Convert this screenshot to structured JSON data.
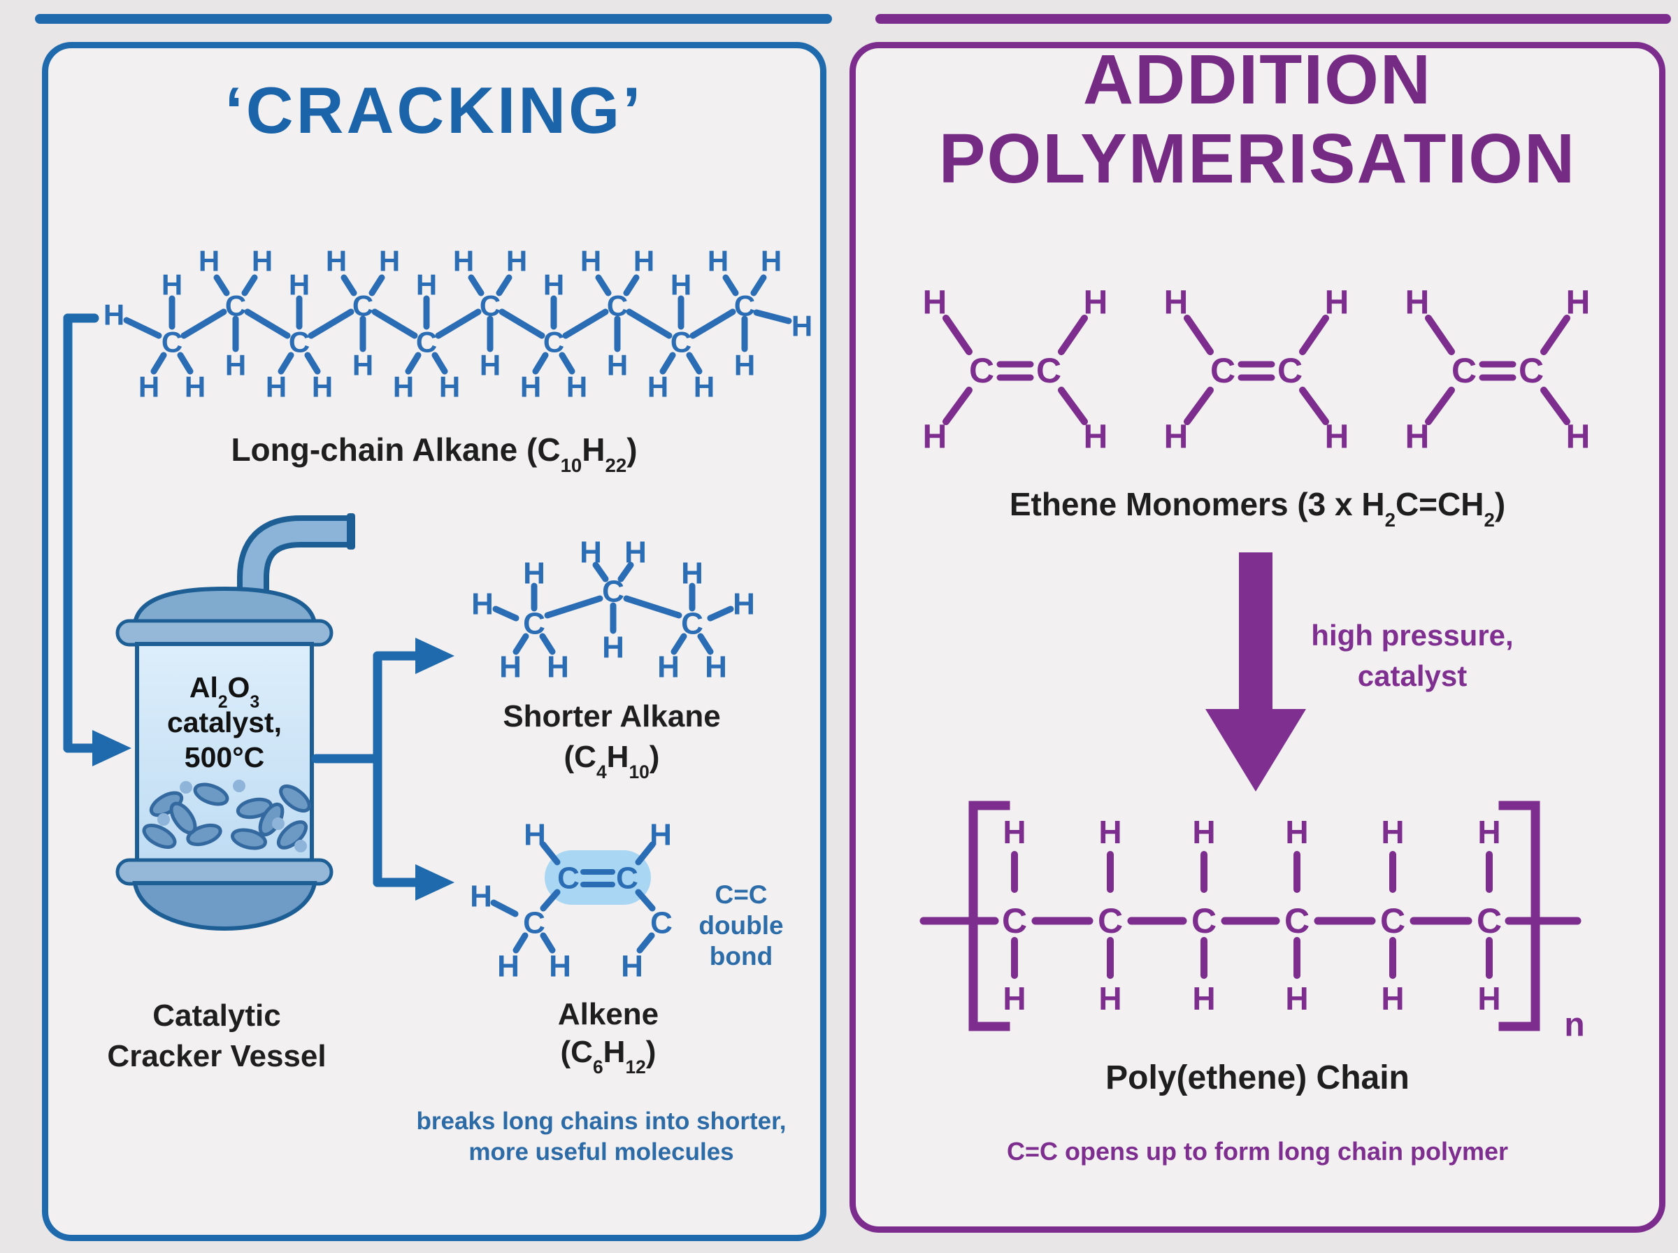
{
  "chem": {
    "carbon": "C",
    "hydrogen": "H",
    "n": "n"
  },
  "colors": {
    "page_bg": "#e8e6e7",
    "panel_bg": "#f2f0f1",
    "blue_border": "#1f6aad",
    "blue_title": "#1b64a9",
    "blue_mol": "#2a6db4",
    "blue_note": "#2c6ca8",
    "vessel_outline": "#1d5e95",
    "vessel_dome": "#80aace",
    "vessel_rim": "#95b8d9",
    "vessel_body_top": "#ddeefb",
    "vessel_body_bottom": "#bfdcf3",
    "vessel_bottom_dome": "#6f9cc6",
    "pellet": "#6d9ac5",
    "pellet_outline": "#34699f",
    "pellet_dot": "#8fb4d9",
    "highlight": "#a9d7f3",
    "purple_border": "#7c2c8c",
    "purple_title": "#752a84",
    "purple_mol": "#7c2d8d",
    "text_black": "#1e1e1e"
  },
  "left_panel": {
    "title": "‘CRACKING’",
    "alkane_label_parts": [
      {
        "t": "Long-chain Alkane (C"
      },
      {
        "t": "10",
        "sub": true
      },
      {
        "t": "H"
      },
      {
        "t": "22",
        "sub": true
      },
      {
        "t": ")"
      }
    ],
    "vessel_text_line1_parts": [
      {
        "t": "Al"
      },
      {
        "t": "2",
        "sub": true
      },
      {
        "t": "O"
      },
      {
        "t": "3",
        "sub": true
      }
    ],
    "vessel_text_line2": "catalyst,",
    "vessel_text_line3": "500°C",
    "vessel_label_line1": "Catalytic",
    "vessel_label_line2": "Cracker Vessel",
    "shorter_alkane_label": "Shorter Alkane",
    "shorter_alkane_formula_parts": [
      {
        "t": "(C"
      },
      {
        "t": "4",
        "sub": true
      },
      {
        "t": "H"
      },
      {
        "t": "10",
        "sub": true
      },
      {
        "t": ")"
      }
    ],
    "alkene_label": "Alkene",
    "alkene_formula_parts": [
      {
        "t": "(C"
      },
      {
        "t": "6",
        "sub": true
      },
      {
        "t": "H"
      },
      {
        "t": "12",
        "sub": true
      },
      {
        "t": ")"
      }
    ],
    "double_bond_note_line1": "C=C",
    "double_bond_note_line2": "double",
    "double_bond_note_line3": "bond",
    "footnote_line1": "breaks long chains into shorter,",
    "footnote_line2": "more useful molecules"
  },
  "right_panel": {
    "title_line1": "ADDITION",
    "title_line2": "POLYMERISATION",
    "ethene_label_parts": [
      {
        "t": "Ethene Monomers (3 x H"
      },
      {
        "t": "2",
        "sub": true
      },
      {
        "t": "C=CH"
      },
      {
        "t": "2",
        "sub": true
      },
      {
        "t": ")"
      }
    ],
    "arrow_note_line1": "high pressure,",
    "arrow_note_line2": "catalyst",
    "poly_label": "Poly(ethene) Chain",
    "footnote": "C=C opens up to form long chain polymer"
  }
}
